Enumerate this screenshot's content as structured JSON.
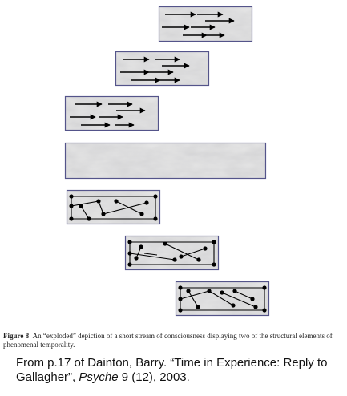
{
  "figure": {
    "label": "Figure 8",
    "caption": "An “exploded” depiction of a short stream of consciousness displaying two of the structural elements of phenomenal temporality."
  },
  "source": {
    "prefix": "From p.17 of Dainton, Barry. “Time in Experience: Reply to Gallagher”, ",
    "journal": "Psyche",
    "suffix": " 9 (12), 2003."
  },
  "colors": {
    "panel_fill": "#e6e6e6",
    "panel_border": "#54548a",
    "ink": "#000000"
  },
  "panels": [
    {
      "kind": "arrows"
    },
    {
      "kind": "arrows"
    },
    {
      "kind": "arrows"
    },
    {
      "kind": "blank"
    },
    {
      "kind": "dots"
    },
    {
      "kind": "dots"
    },
    {
      "kind": "dots"
    }
  ]
}
